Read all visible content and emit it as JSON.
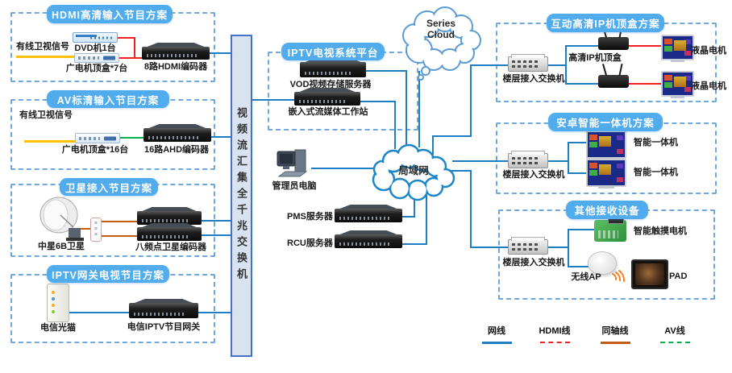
{
  "colors": {
    "accent_blue": "#51acee",
    "network_line": "#1f7ec2",
    "hdmi_line": "#f02020",
    "coax_line": "#c55a11",
    "av_line": "#00b050",
    "signal_line": "#ffc000",
    "box_border": "#6fa8dc",
    "core_switch_fill": "#d9e2f1"
  },
  "clouds": {
    "series": "Series Cloud",
    "lan": "局域网"
  },
  "core_switch": {
    "label": "视频流汇集全千兆交换机"
  },
  "left_boxes": [
    {
      "title": "HDMI高清输入节目方案",
      "signal": "有线卫视信号",
      "dvd": "DVD机1台",
      "stb": "广电机顶盒*7台",
      "encoder": "8路HDMI编码器"
    },
    {
      "title": "AV标清输入节目方案",
      "signal": "有线卫视信号",
      "stb": "广电机顶盒*16台",
      "encoder": "16路AHD编码器"
    },
    {
      "title": "卫星接入节目方案",
      "satellite": "中星6B卫星",
      "encoder": "八频点卫星编码器"
    },
    {
      "title": "IPTV网关电视节目方案",
      "modem": "电信光猫",
      "gateway": "电信IPTV节目网关"
    }
  ],
  "platform_box": {
    "title": "IPTV电视系统平台",
    "vod": "VOD视频存储服务器",
    "workstation": "嵌入式流媒体工作站"
  },
  "center": {
    "admin_pc": "管理员电脑",
    "pms": "PMS服务器",
    "rcu": "RCU服务器"
  },
  "right_boxes": [
    {
      "title": "互动高清IP机顶盒方案",
      "switch": "楼层接入交换机",
      "stb": "高清IP机顶盒",
      "tv": "液晶电机"
    },
    {
      "title": "安卓智能一体机方案",
      "switch": "楼层接入交换机",
      "tv": "智能一体机"
    },
    {
      "title": "其他接收设备",
      "switch": "楼层接入交换机",
      "touch": "智能触摸电机",
      "ap": "无线AP",
      "pad": "PAD"
    }
  ],
  "legend": [
    {
      "label": "网线",
      "color": "#1f7ec2",
      "style": "solid"
    },
    {
      "label": "HDMI线",
      "color": "#f02020",
      "style": "dashed"
    },
    {
      "label": "同轴线",
      "color": "#c55a11",
      "style": "solid"
    },
    {
      "label": "AV线",
      "color": "#00b050",
      "style": "dashed"
    }
  ]
}
